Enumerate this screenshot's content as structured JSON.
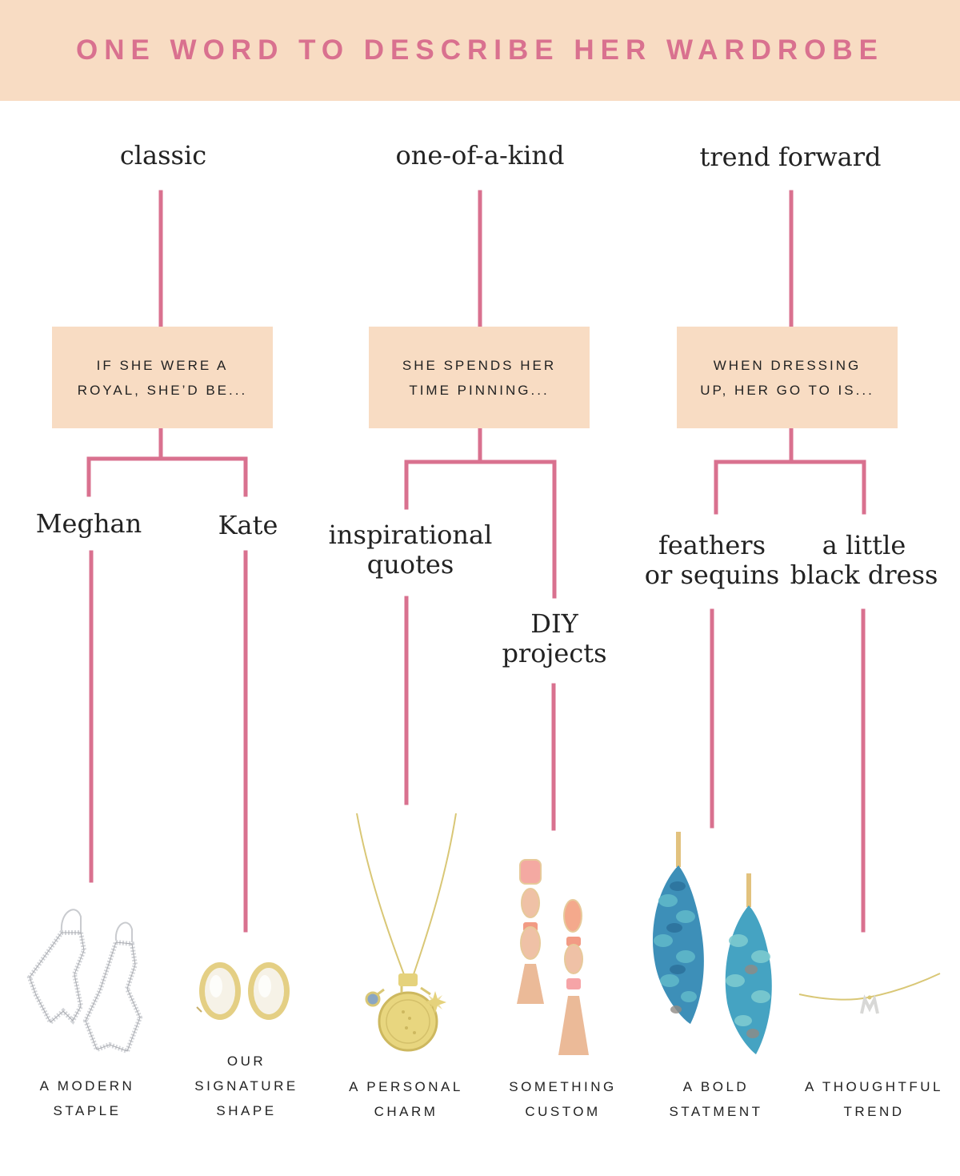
{
  "header": {
    "title": "ONE WORD TO DESCRIBE HER WARDROBE"
  },
  "colors": {
    "banner": "#f8dcc3",
    "accent": "#d9718f",
    "line": "#d9718f",
    "text": "#222222"
  },
  "branches": [
    {
      "category": "classic",
      "question": [
        "IF SHE WERE A",
        "ROYAL, SHE’D BE..."
      ],
      "answers": [
        {
          "label": [
            "Meghan"
          ],
          "caption": [
            "A MODERN",
            "STAPLE"
          ],
          "icon": "silver-drop-earrings"
        },
        {
          "label": [
            "Kate"
          ],
          "caption": [
            "OUR",
            "SIGNATURE",
            "SHAPE"
          ],
          "icon": "ivory-stud-earrings"
        }
      ]
    },
    {
      "category": "one-of-a-kind",
      "question": [
        "SHE SPENDS HER",
        "TIME PINNING..."
      ],
      "answers": [
        {
          "label": [
            "inspirational",
            "quotes"
          ],
          "caption": [
            "A PERSONAL",
            "CHARM"
          ],
          "icon": "coin-charm-necklace"
        },
        {
          "label": [
            "DIY",
            "projects"
          ],
          "caption": [
            "SOMETHING",
            "CUSTOM"
          ],
          "icon": "peach-drop-earrings"
        }
      ]
    },
    {
      "category": "trend forward",
      "question": [
        "WHEN DRESSING",
        "UP, HER GO TO IS..."
      ],
      "answers": [
        {
          "label": [
            "feathers",
            "or sequins"
          ],
          "caption": [
            "A BOLD",
            "STATMENT"
          ],
          "icon": "sequin-feather-earrings"
        },
        {
          "label": [
            "a little",
            "black dress"
          ],
          "caption": [
            "A THOUGHTFUL",
            "TREND"
          ],
          "icon": "initial-pendant-necklace"
        }
      ]
    }
  ]
}
